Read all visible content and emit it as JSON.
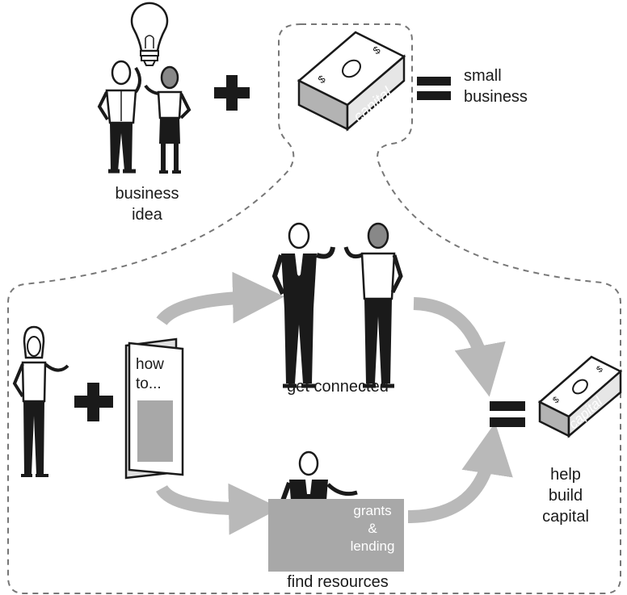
{
  "top_equation": {
    "idea_label_line1": "business",
    "idea_label_line2": "idea",
    "capital_text": "capital",
    "result_line1": "small",
    "result_line2": "business"
  },
  "bottom_flow": {
    "guide_line1": "how",
    "guide_line2": "to...",
    "connected_label": "get connected",
    "resources_label": "find resources",
    "desk_line1": "grants",
    "desk_line2": "&",
    "desk_line3": "lending",
    "capital_text": "capital",
    "result_line1": "help",
    "result_line2": "build",
    "result_line3": "capital"
  },
  "colors": {
    "outline": "#1a1a1a",
    "dash": "#777777",
    "arrow": "#b9b9b9",
    "fill_gray": "#a8a8a8",
    "dark_suit": "#1a1a1a"
  },
  "icons": [
    "lightbulb-icon",
    "person-icon",
    "plus-icon",
    "equals-icon",
    "money-stack-icon",
    "guide-booklet-icon",
    "desk-icon"
  ]
}
